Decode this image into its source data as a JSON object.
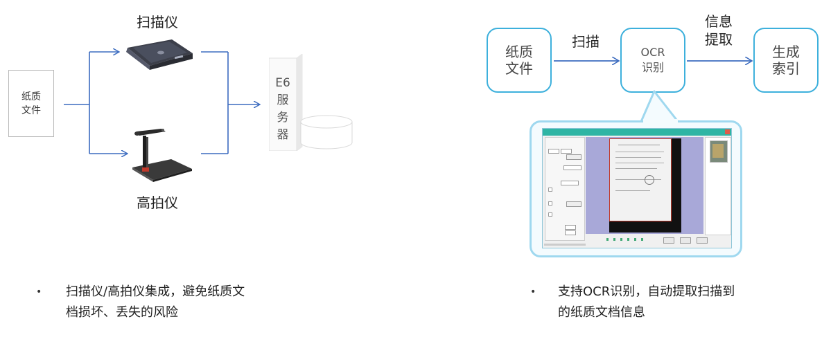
{
  "left_diagram": {
    "paper_docs": [
      "纸质",
      "文件"
    ],
    "scanner_label": "扫描仪",
    "camera_label": "高拍仪",
    "server_label": [
      "E6",
      "服",
      "务",
      "器"
    ]
  },
  "right_flow": {
    "paper_docs": [
      "纸质",
      "文件"
    ],
    "ocr": [
      "OCR",
      "识别"
    ],
    "index": [
      "生成",
      "索引"
    ],
    "scan_label": "扫描",
    "extract_label": [
      "信息",
      "提取"
    ]
  },
  "bullets": {
    "left": [
      "扫描仪/高拍仪集成，避免纸质文",
      "档损坏、丢失的风险"
    ],
    "right": [
      "支持OCR识别，自动提取扫描到",
      "的纸质文档信息"
    ],
    "marker": "•"
  },
  "colors": {
    "arrow": "#3b6bbf",
    "box_border": "#3db0dc",
    "callout_border": "#9fd8ef"
  }
}
